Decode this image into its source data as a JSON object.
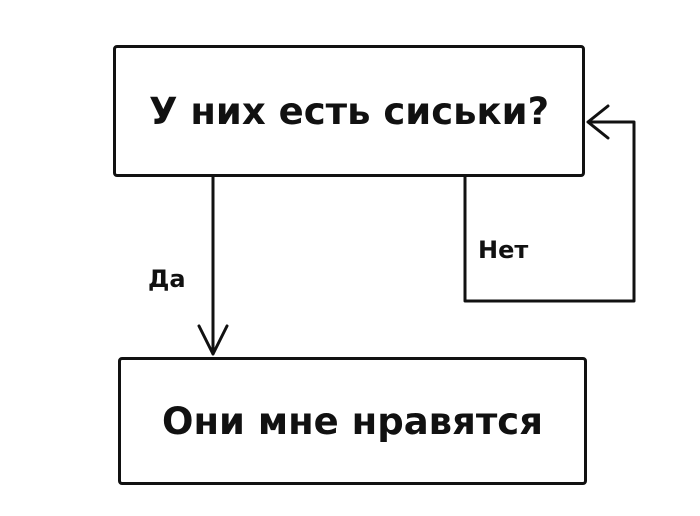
{
  "diagram": {
    "question": "У них есть сиськи?",
    "result": "Они мне нравятся",
    "yes_label": "Да",
    "no_label": "Нет"
  }
}
